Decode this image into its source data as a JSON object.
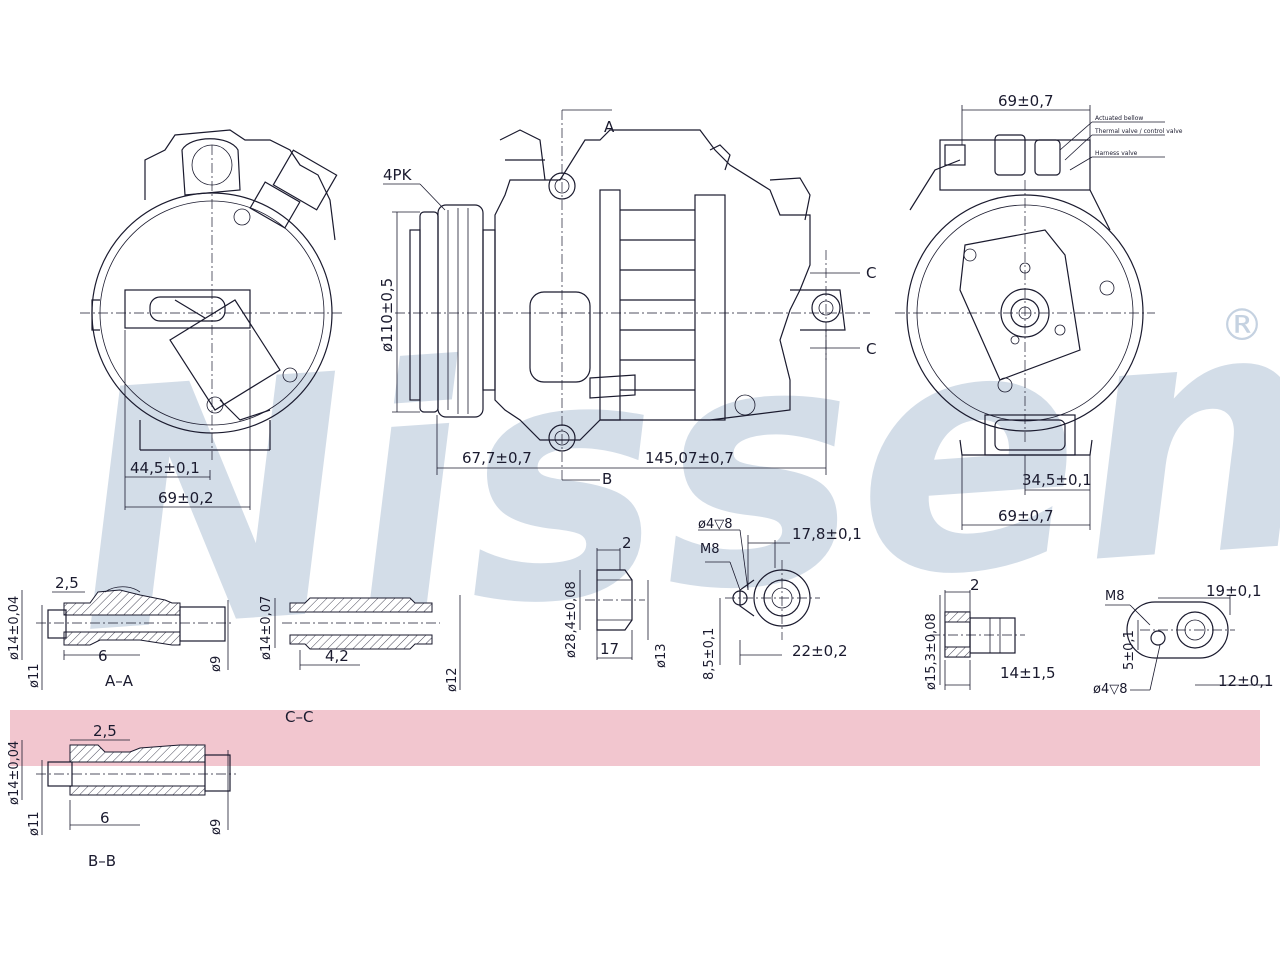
{
  "watermark": {
    "brand": "Nissens",
    "registered_mark": "®",
    "color": "#c5d2e1"
  },
  "band_color": "#f2c6cf",
  "labels": {
    "belt": "4PK",
    "section_a": "A",
    "section_b": "B",
    "section_c": "C",
    "aa": "A–A",
    "bb": "B–B",
    "cc": "C–C",
    "m8": "M8",
    "side_labels": [
      "Actuated bellow",
      "Thermal valve / control valve",
      "Harness valve"
    ]
  },
  "dimensions": {
    "front_445": "44,5±0,1",
    "front_69": "69±0,2",
    "side_d110": "ø110±0,5",
    "side_677": "67,7±0,7",
    "side_14507": "145,07±0,7",
    "rear_69_top": "69±0,7",
    "rear_345": "34,5±0,1",
    "rear_69_bottom": "69±0,7",
    "aa_25": "2,5",
    "aa_d14": "ø14±0,04",
    "aa_d11": "ø11",
    "aa_6": "6",
    "aa_d9": "ø9",
    "p2_d14": "ø14±0,07",
    "p2_42": "4,2",
    "p2_d12": "ø12",
    "p3_2": "2",
    "p3_d284": "ø28,4±0,08",
    "p3_17": "17",
    "p3_d13": "ø13",
    "p4_d4": "ø4▽8",
    "p4_178": "17,8±0,1",
    "p4_85": "8,5±0,1",
    "p4_22": "22±0,2",
    "p5_2": "2",
    "p5_d153": "ø15,3±0,08",
    "p5_14": "14±1,5",
    "p6_19": "19±0,1",
    "p6_5": "5±0,1",
    "p6_12": "12±0,1",
    "p6_d4": "ø4▽8",
    "bb_25": "2,5",
    "bb_d14": "ø14±0,04",
    "bb_d11": "ø11",
    "bb_6": "6",
    "bb_d9": "ø9"
  }
}
